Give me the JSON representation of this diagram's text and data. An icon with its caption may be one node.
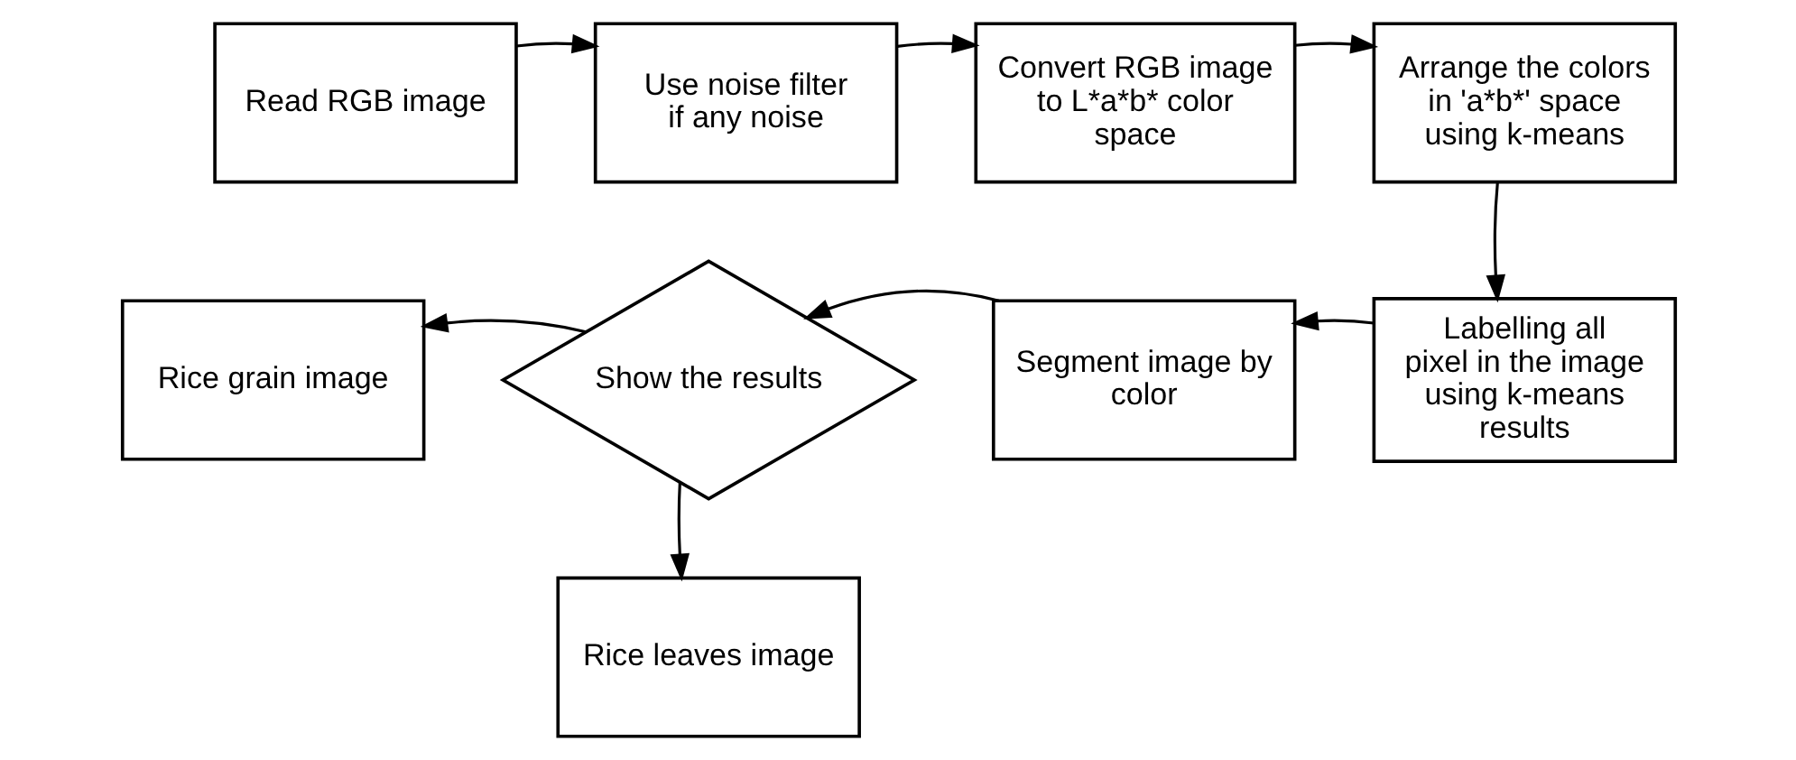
{
  "diagram": {
    "nodes": [
      {
        "text": [
          "Read RGB image"
        ]
      },
      {
        "text": [
          "Use noise filter if any noise"
        ]
      },
      {
        "text": [
          "Convert RGB image to L*a*b* color space"
        ]
      },
      {
        "text": [
          "Arrange the colors in 'a*b*' space using k-means"
        ]
      },
      {
        "text": [
          "Labelling all pixel in the image using k-means results"
        ]
      },
      {
        "text": [
          "Segment image by color"
        ]
      },
      {
        "text": [
          "Show the results"
        ]
      },
      {
        "text": [
          "Rice grain image"
        ]
      },
      {
        "text": [
          "Rice leaves image"
        ]
      }
    ],
    "edges": [
      {
        "from": 0,
        "to": 1,
        "arrow": "to"
      },
      {
        "from": 1,
        "to": 2,
        "arrow": "to"
      },
      {
        "from": 2,
        "to": 3,
        "arrow": "to"
      },
      {
        "from": 3,
        "to": 4,
        "arrow": "to"
      },
      {
        "from": 4,
        "to": 5,
        "arrow": "to"
      },
      {
        "from": 5,
        "to": 6,
        "arrow": "to"
      },
      {
        "from": 6,
        "to": 7,
        "arrow": "to"
      },
      {
        "from": 6,
        "to": 8,
        "arrow": "to"
      }
    ]
  }
}
